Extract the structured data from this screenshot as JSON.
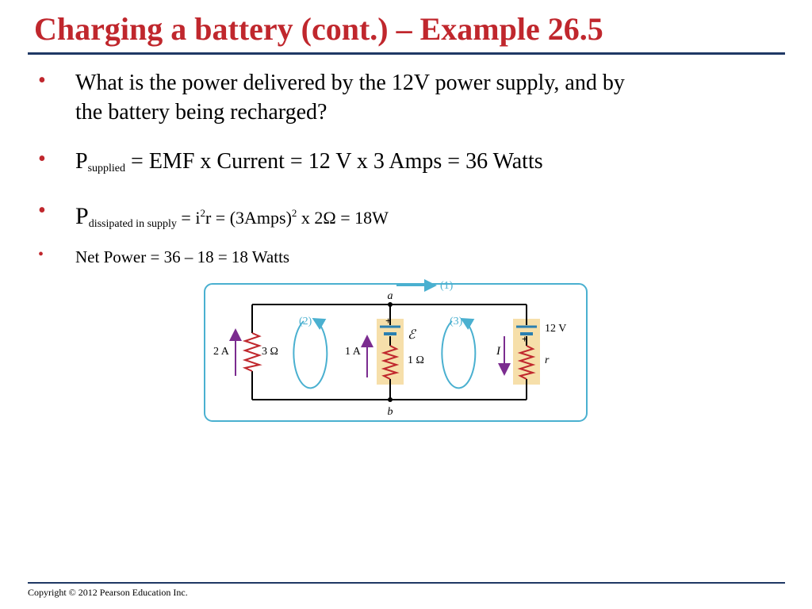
{
  "slide": {
    "title": "Charging a battery (cont.) – Example 26.5",
    "bullet_glyph": "•",
    "bullets": [
      {
        "text": "What is the power delivered by the 12V power supply, and by",
        "text2": "the battery being recharged?"
      },
      {
        "p": "P",
        "sub": "supplied",
        "rest": " = EMF x Current = 12 V x 3 Amps = 36 Watts"
      },
      {
        "p": "P",
        "sub": "dissipated in supply",
        "part1": " = i",
        "sup1": "2",
        "part2": "r",
        "part3": " = (3Amps)",
        "sup2": "2",
        "part4": " x 2Ω = 18W"
      },
      {
        "text": "Net Power = 36 – 18 = 18 Watts"
      }
    ],
    "copyright": "Copyright © 2012 Pearson Education Inc."
  },
  "circuit": {
    "node_a": "a",
    "node_b": "b",
    "loop1": "(1)",
    "loop2": "(2)",
    "loop3": "(3)",
    "left_current": "2 A",
    "left_resistor": "3 Ω",
    "mid_current": "1 A",
    "mid_emf": "ℰ",
    "mid_resistor": "1 Ω",
    "right_current": "I",
    "right_emf": "12 V",
    "right_resistor": "r",
    "plus": "+",
    "colors": {
      "frame": "#4ab0d0",
      "wire": "#000000",
      "arrow_current": "#7b2c8f",
      "highlight": "#f6dfaa",
      "battery": "#2a7fb0"
    }
  }
}
